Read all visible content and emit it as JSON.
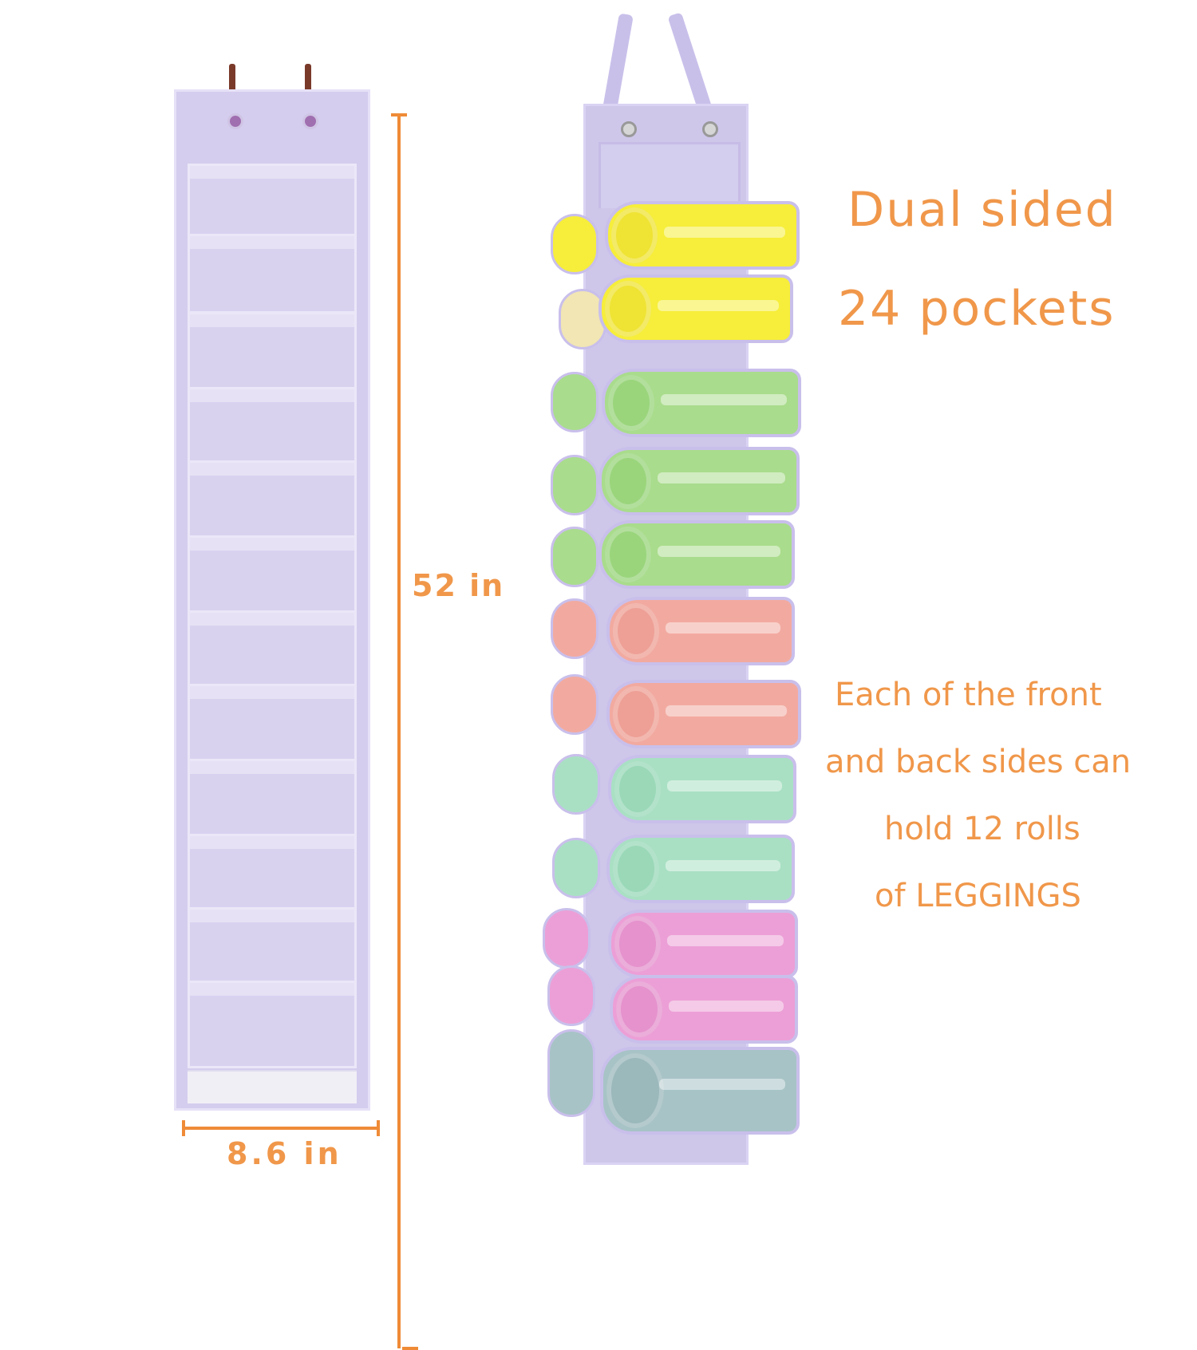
{
  "headline": {
    "line1": "Dual sided",
    "line2": "24 pockets"
  },
  "description": {
    "line1": "Each of the front",
    "line2": "and back sides can",
    "line3": "hold 12 rolls",
    "line4": "of LEGGINGS"
  },
  "dimensions": {
    "height_label": "52 in",
    "width_label": "8.6 in"
  },
  "colors": {
    "accent_text": "#f0974a",
    "dimension_line": "#ef8b37",
    "organizer_fabric": "#d4cdee",
    "roll_colors": [
      "#f6ee3a",
      "#f6ee3a",
      "#a9dc8c",
      "#a9dc8c",
      "#a9dc8c",
      "#f2aaa0",
      "#f2aaa0",
      "#a9e0c4",
      "#a9e0c4",
      "#ec9fd6",
      "#ec9fd6",
      "#a7c3c6"
    ]
  },
  "products": {
    "left": "hanging organizer back view with empty clear pockets",
    "right": "hanging organizer front view with rolled leggings"
  }
}
